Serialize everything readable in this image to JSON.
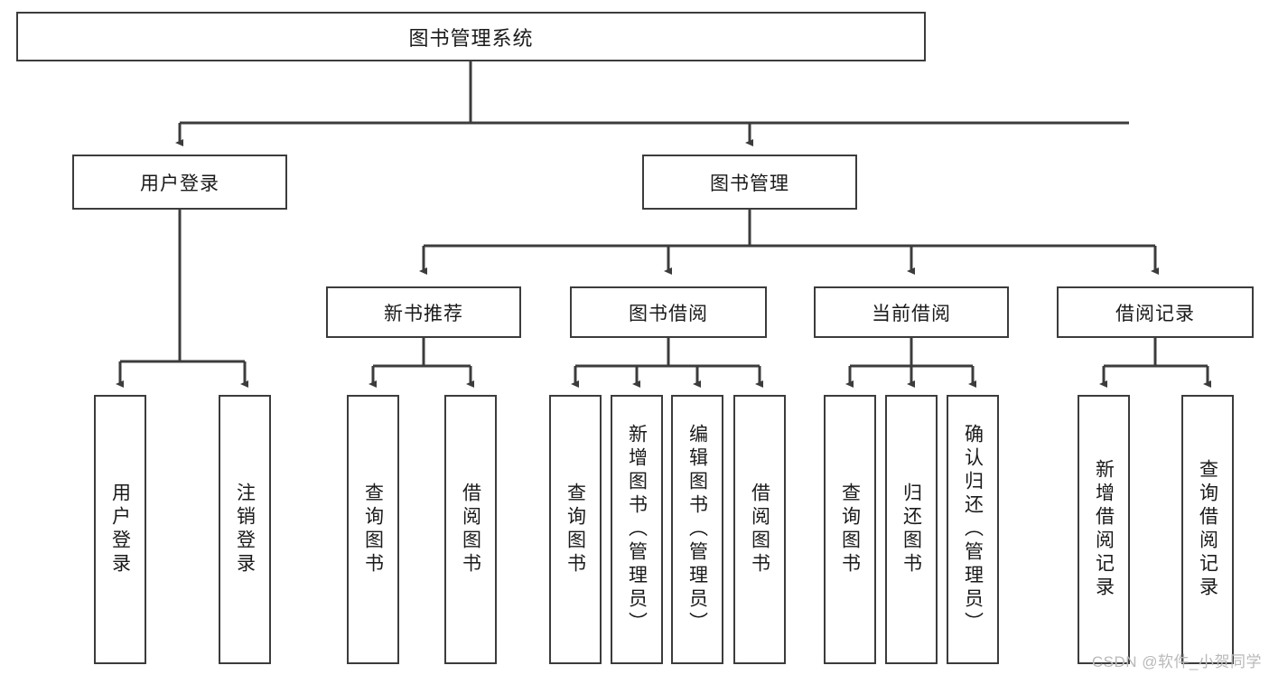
{
  "diagram": {
    "title": "图书管理系统",
    "type": "tree-hierarchy-diagram",
    "watermark": "CSDN @软件_小贺同学",
    "colors": {
      "box_border": "#3c3c3c",
      "box_fill": "#ffffff",
      "connector": "#3c3c3c",
      "text": "#1a1a1a",
      "watermark": "#b9b9b9"
    },
    "root": {
      "label": "图书管理系统"
    },
    "level2": [
      {
        "label": "用户登录"
      },
      {
        "label": "图书管理"
      }
    ],
    "level3": [
      {
        "label": "新书推荐"
      },
      {
        "label": "图书借阅"
      },
      {
        "label": "当前借阅"
      },
      {
        "label": "借阅记录"
      }
    ],
    "leaves": {
      "user_login": [
        {
          "label": "用户登录"
        },
        {
          "label": "注销登录"
        }
      ],
      "new_book_recommend": [
        {
          "label": "查询图书"
        },
        {
          "label": "借阅图书"
        }
      ],
      "book_borrow": [
        {
          "label": "查询图书"
        },
        {
          "label": "新增图书（管理员）"
        },
        {
          "label": "编辑图书（管理员）"
        },
        {
          "label": "借阅图书"
        }
      ],
      "current_borrow": [
        {
          "label": "查询图书"
        },
        {
          "label": "归还图书"
        },
        {
          "label": "确认归还（管理员）"
        }
      ],
      "borrow_record": [
        {
          "label": "新增借阅记录"
        },
        {
          "label": "查询借阅记录"
        }
      ]
    }
  }
}
